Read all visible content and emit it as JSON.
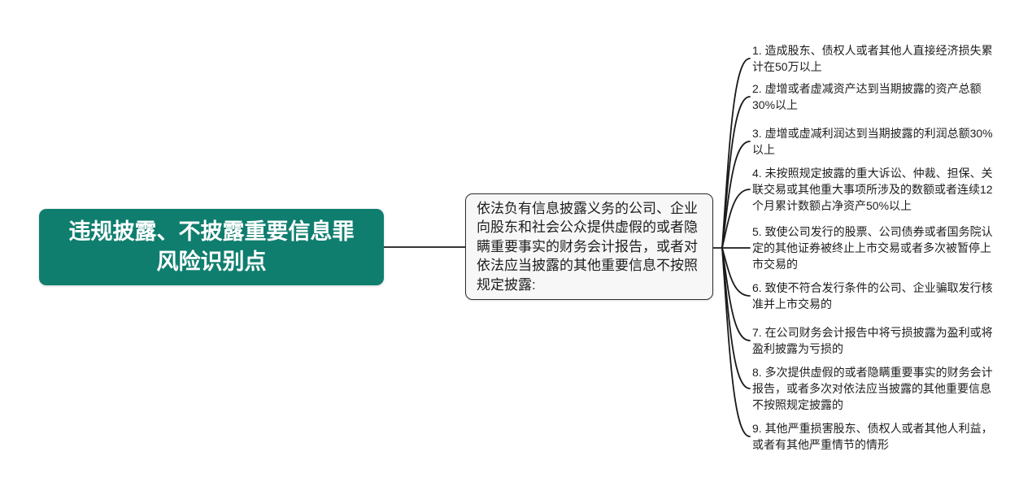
{
  "root": {
    "title_line1": "违规披露、不披露重要信息罪",
    "title_line2": "风险识别点"
  },
  "definition": {
    "text": "依法负有信息披露义务的公司、企业向股东和社会公众提供虚假的或者隐瞒重要事实的财务会计报告，或者对依法应当披露的其他重要信息不按照规定披露:"
  },
  "items": [
    {
      "text": "1. 造成股东、债权人或者其他人直接经济损失累计在50万以上"
    },
    {
      "text": "2. 虚增或者虚减资产达到当期披露的资产总额30%以上"
    },
    {
      "text": "3. 虚增或虚减利润达到当期披露的利润总额30%以上"
    },
    {
      "text": "4. 未按照规定披露的重大诉讼、仲裁、担保、关联交易或其他重大事项所涉及的数额或者连续12个月累计数额占净资产50%以上"
    },
    {
      "text": "5. 致使公司发行的股票、公司债券或者国务院认定的其他证券被终止上市交易或者多次被暂停上市交易的"
    },
    {
      "text": "6. 致使不符合发行条件的公司、企业骗取发行核准并上市交易的"
    },
    {
      "text": "7. 在公司财务会计报告中将亏损披露为盈利或将盈利披露为亏损的"
    },
    {
      "text": "8. 多次提供虚假的或者隐瞒重要事实的财务会计报告，或者多次对依法应当披露的其他重要信息不按照规定披露的"
    },
    {
      "text": "9. 其他严重损害股东、债权人或者其他人利益，或者有其他严重情节的情形"
    }
  ],
  "colors": {
    "root_bg": "#0f7e6e",
    "root_text": "#ffffff",
    "box_bg": "#f7f7f7",
    "box_border": "#2b2b2b",
    "line": "#1a1a1a",
    "text": "#1d1d1d",
    "canvas_bg": "#ffffff"
  }
}
